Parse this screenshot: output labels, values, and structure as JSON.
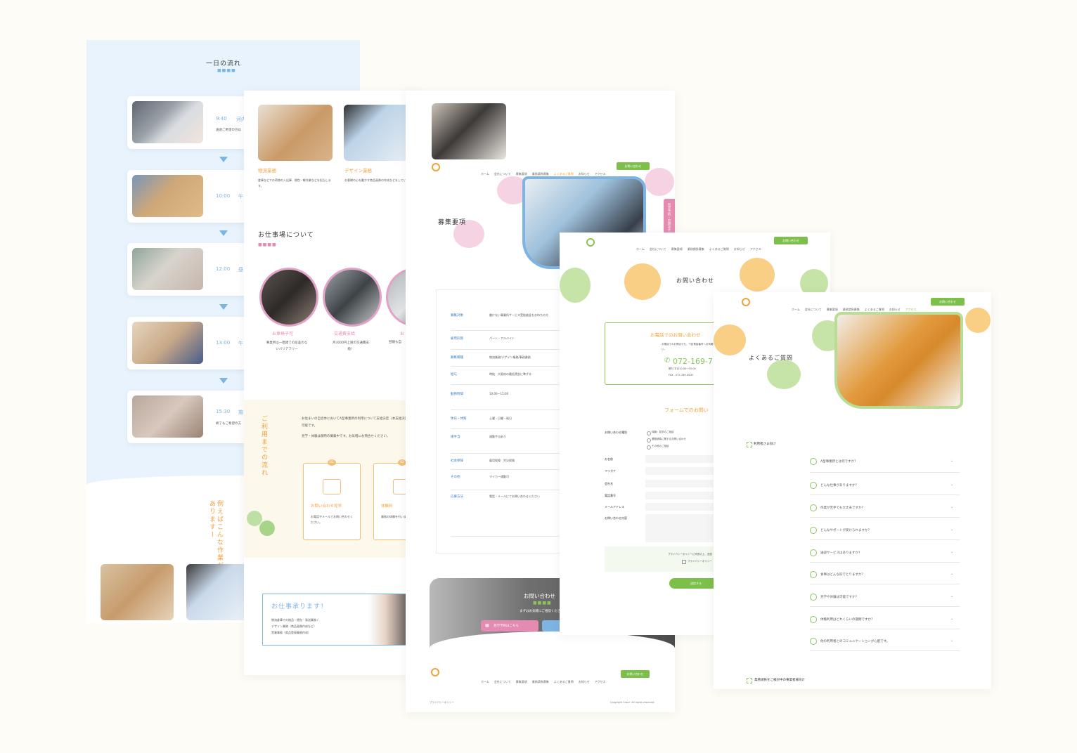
{
  "flow": {
    "title": "一日の流れ",
    "items": [
      {
        "time": "9:40",
        "head": "河内",
        "text": "送迎ご希望の方は"
      },
      {
        "time": "10:00",
        "head": "午"
      },
      {
        "time": "12:00",
        "head": "昼"
      },
      {
        "time": "13:00",
        "head": "午"
      },
      {
        "time": "15:30",
        "head": "施",
        "text": "終了もご希望の方"
      }
    ],
    "example_text": "例えばこんな作業がありますー"
  },
  "work": {
    "cards": [
      {
        "title": "物流業務",
        "text": "倉庫などでの荷物の入出庫、梱包・軽作業などを担当します。"
      },
      {
        "title": "デザイン業務",
        "text": "お客様の心を動かす商品画像の作成などをしています。"
      }
    ],
    "workplace_title": "お仕事場について",
    "features": [
      {
        "title": "お車椅子可",
        "text": "事業所は一階建ての段差のないバリアフリー"
      },
      {
        "title": "交通費支給",
        "text": "月3000円上限の交通費支給！"
      },
      {
        "title": "お",
        "text": "昼寝も自"
      }
    ],
    "usage_title": "ご利用までの流れ",
    "usage_text1": "お住まいの自治体においてA型事業所の利用について支給決定（本支給決定）後も可能です。",
    "usage_text2": "見学・体験は随時の募集中です。お気軽にお問合せください。",
    "steps": [
      {
        "num": "01",
        "title": "お問い合わせ見学",
        "text": "お電話やメールでお問い合わせください。"
      },
      {
        "num": "02",
        "title": "体験利",
        "text": "業務の体験を行います。"
      }
    ],
    "accept_title": "お仕事承ります！",
    "accept_lines": [
      "物流倉庫での検品・梱包・発送業務 /",
      "デザイン業務（商品画像作成など）",
      "営業事務（商品登録業務作成）"
    ]
  },
  "recruit": {
    "nav": [
      "ホーム",
      "会社について",
      "募集要項",
      "業務請負募集",
      "よくあるご質問",
      "お知らせ",
      "アクセス"
    ],
    "nav_button": "お問い合わせ",
    "title": "募集要項",
    "side_tab": "見学予約・お問合せ",
    "rows": [
      {
        "label": "募集対象",
        "text": "働けない事業所サービス受給者証をお持ちの方"
      },
      {
        "label": "雇用形態",
        "text": "パート・アルバイト"
      },
      {
        "label": "募集職種",
        "text": "物流業務/デザイン業務/事務業務"
      },
      {
        "label": "給与",
        "text": "時給　大阪府の最低賃金に準ずる"
      },
      {
        "label": "勤務時間",
        "text": "10:00～15:00"
      },
      {
        "label": "休日・休暇",
        "text": "土曜・日曜・祝日"
      },
      {
        "label": "諸手当",
        "text": "通勤手当あり"
      },
      {
        "label": "社会保険",
        "text": "雇用保険　労災保険"
      },
      {
        "label": "その他",
        "text": "マイカー通勤可"
      },
      {
        "label": "応募方法",
        "text": "電話・メールにてお問い合わせください"
      }
    ],
    "contact_title": "お問い合わせ",
    "contact_sub": "まずはお気軽にご相談ください",
    "btn_visit": "見学予約はこちら",
    "footer_nav": [
      "ホーム",
      "会社について",
      "募集要項",
      "業務請負募集",
      "よくあるご質問",
      "お知らせ",
      "アクセス"
    ],
    "footer_btn": "お問い合わせ",
    "privacy": "プライバシーポリシー",
    "copyright": "Copyright Crea+ All rights reserved."
  },
  "contact": {
    "nav": [
      "ホーム",
      "会社について",
      "募集要項",
      "業務請負募集",
      "よくあるご質問",
      "お知らせ",
      "アクセス"
    ],
    "nav_button": "お問い合わせ",
    "title": "お問い合わせ",
    "phone_title": "お電話でのお問い合わせ",
    "phone_text": "お電話でのお問合せも、下記電話番号へお気軽にご連絡ください。",
    "phone_number": "072-169-7",
    "hours": "受付 平日10:00～15:00",
    "fax": "FAX　072-169-0000",
    "form_title": "フォームでのお問い",
    "fields": [
      "お問い合わせ種別",
      "お名前",
      "フリガナ",
      "会社名",
      "電話番号",
      "メールアドレス",
      "お問い合わせ内容"
    ],
    "options": [
      "体験・見学のご相談",
      "業務請負に関するお問い合わせ",
      "その他のご相談"
    ],
    "privacy_text": "プライバシーポリシーに同意の上、送信",
    "privacy_check": "プライバシーポリシー",
    "submit": "送信する"
  },
  "faq": {
    "nav": [
      "ホーム",
      "会社について",
      "募集要項",
      "業務請負募集",
      "よくあるご質問",
      "お知らせ",
      "アクセス"
    ],
    "nav_button": "お問い合わせ",
    "title": "よくあるご質問",
    "section1": "利用者さま向け",
    "questions": [
      "A型事業所とは何ですか？",
      "どんな仕事がありますか？",
      "作業が苦手でも大丈夫ですか？",
      "どんなサポートが受けられますか？",
      "送迎サービスはありますか？",
      "食事はどんな形でとりますか？",
      "見学や体験は可能ですか？",
      "体験利用はどれくらいの期間ですか？",
      "他の利用者とのコミュニケーションが心配です。"
    ],
    "section2": "業務請負をご検討中の事業者様向け"
  }
}
